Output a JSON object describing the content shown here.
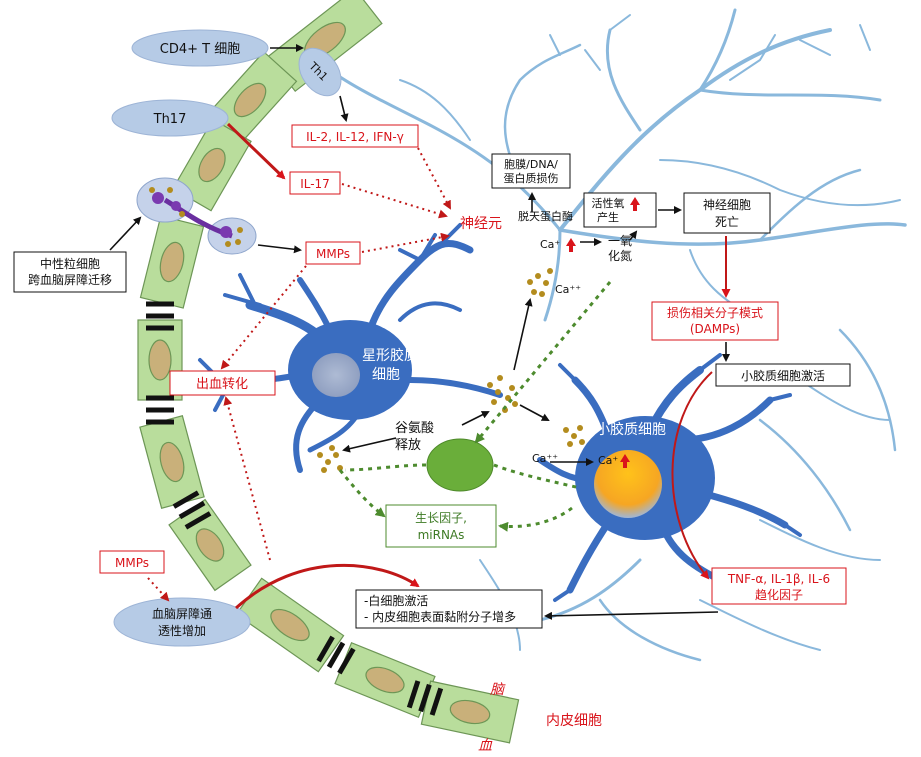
{
  "labels": {
    "cd4": "CD4+ T 细胞",
    "th1": "Th1",
    "th17": "Th17",
    "il2": "IL-2, IL-12, IFN-γ",
    "il17": "IL-17",
    "mmps_top": "MMPs",
    "neutrophil_1": "中性粒细胞",
    "neutrophil_2": "跨血脑屏障迁移",
    "hemorrhage": "出血转化",
    "mmps_left": "MMPs",
    "bbb_1": "血脑屏障通",
    "bbb_2": "透性增加",
    "neuron": "神经元",
    "damage_1": "胞膜/DNA/",
    "damage_2": "蛋白质损伤",
    "proteolysis": "脱天蛋白酶",
    "ca_top": "Ca⁺",
    "ca_mid": "Ca⁺⁺",
    "ros_1": "活性氧",
    "ros_2": "产生",
    "no_1": "一氧",
    "no_2": "化氮",
    "death_1": "神经细胞",
    "death_2": "死亡",
    "damps_1": "损伤相关分子模式",
    "damps_2": "(DAMPs)",
    "microglia_act": "小胶质细胞激活",
    "astro_1": "星形胶质",
    "astro_2": "细胞",
    "glutamate_1": "谷氨酸",
    "glutamate_2": "释放",
    "growth_1": "生长因子,",
    "growth_2": "miRNAs",
    "microglia": "小胶质细胞",
    "ca_left": "Ca⁺⁺",
    "ca_right": "Ca⁺",
    "tnf_1": "TNF-α, IL-1β, IL-6",
    "tnf_2": "趋化因子",
    "leuk_1": "-白细胞激活",
    "leuk_2": "- 内皮细胞表面黏附分子增多",
    "brain": "脑",
    "blood": "血",
    "endothelial": "内皮细胞"
  },
  "colors": {
    "endothelial_fill": "#b9dd9c",
    "nucleus_fill": "#c9b07a",
    "glia_blue": "#3a6dc0",
    "neuron_branch": "#8ab8dc",
    "oval_fill": "#b6cbe6",
    "arrow_red": "#d9141b",
    "arrow_green": "#4d8b2e",
    "green_cell": "#6aae3a"
  }
}
